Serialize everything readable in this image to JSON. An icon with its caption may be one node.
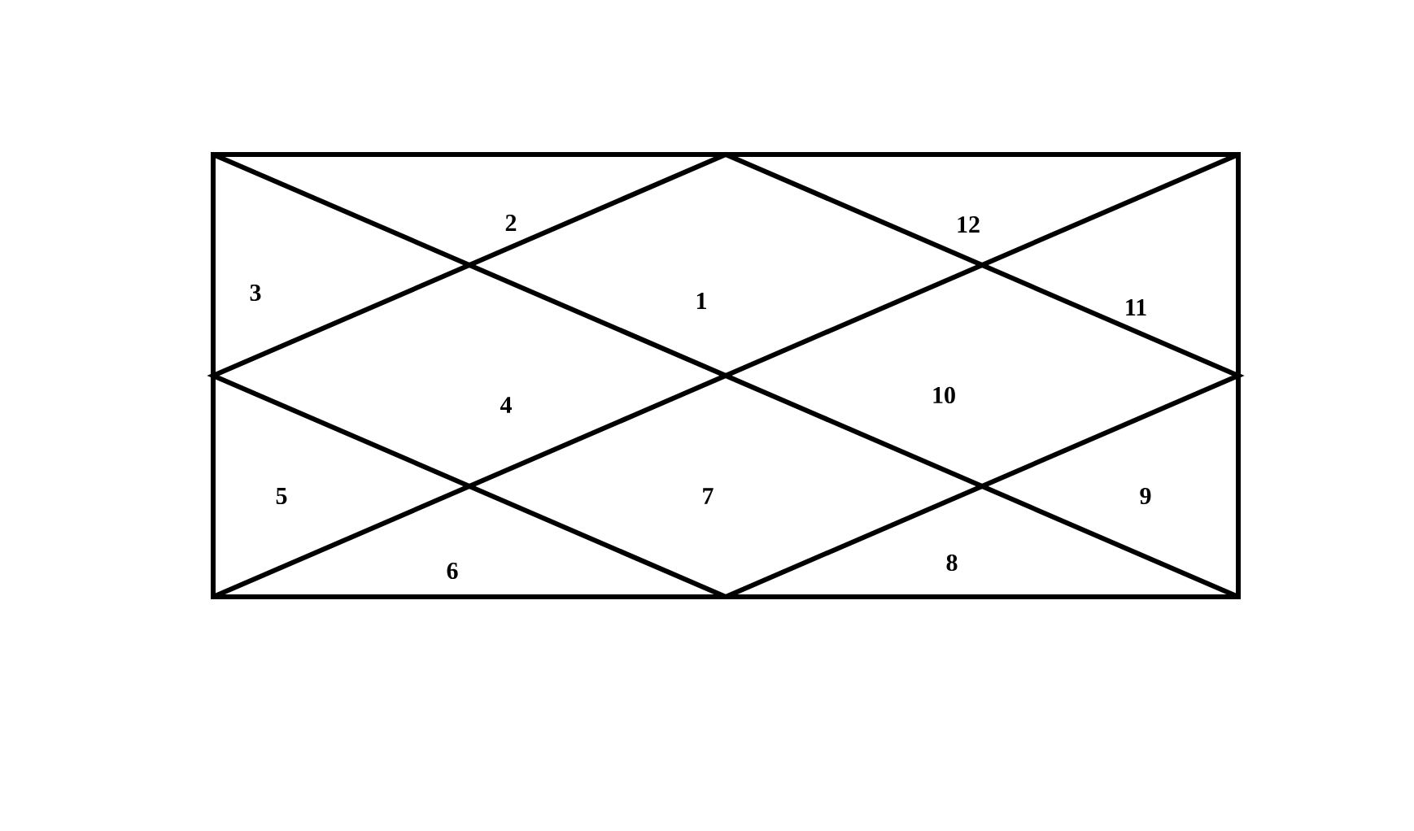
{
  "diagram": {
    "labels": [
      "2",
      "12",
      "3",
      "1",
      "11",
      "10",
      "4",
      "5",
      "7",
      "9",
      "8",
      "6"
    ]
  }
}
